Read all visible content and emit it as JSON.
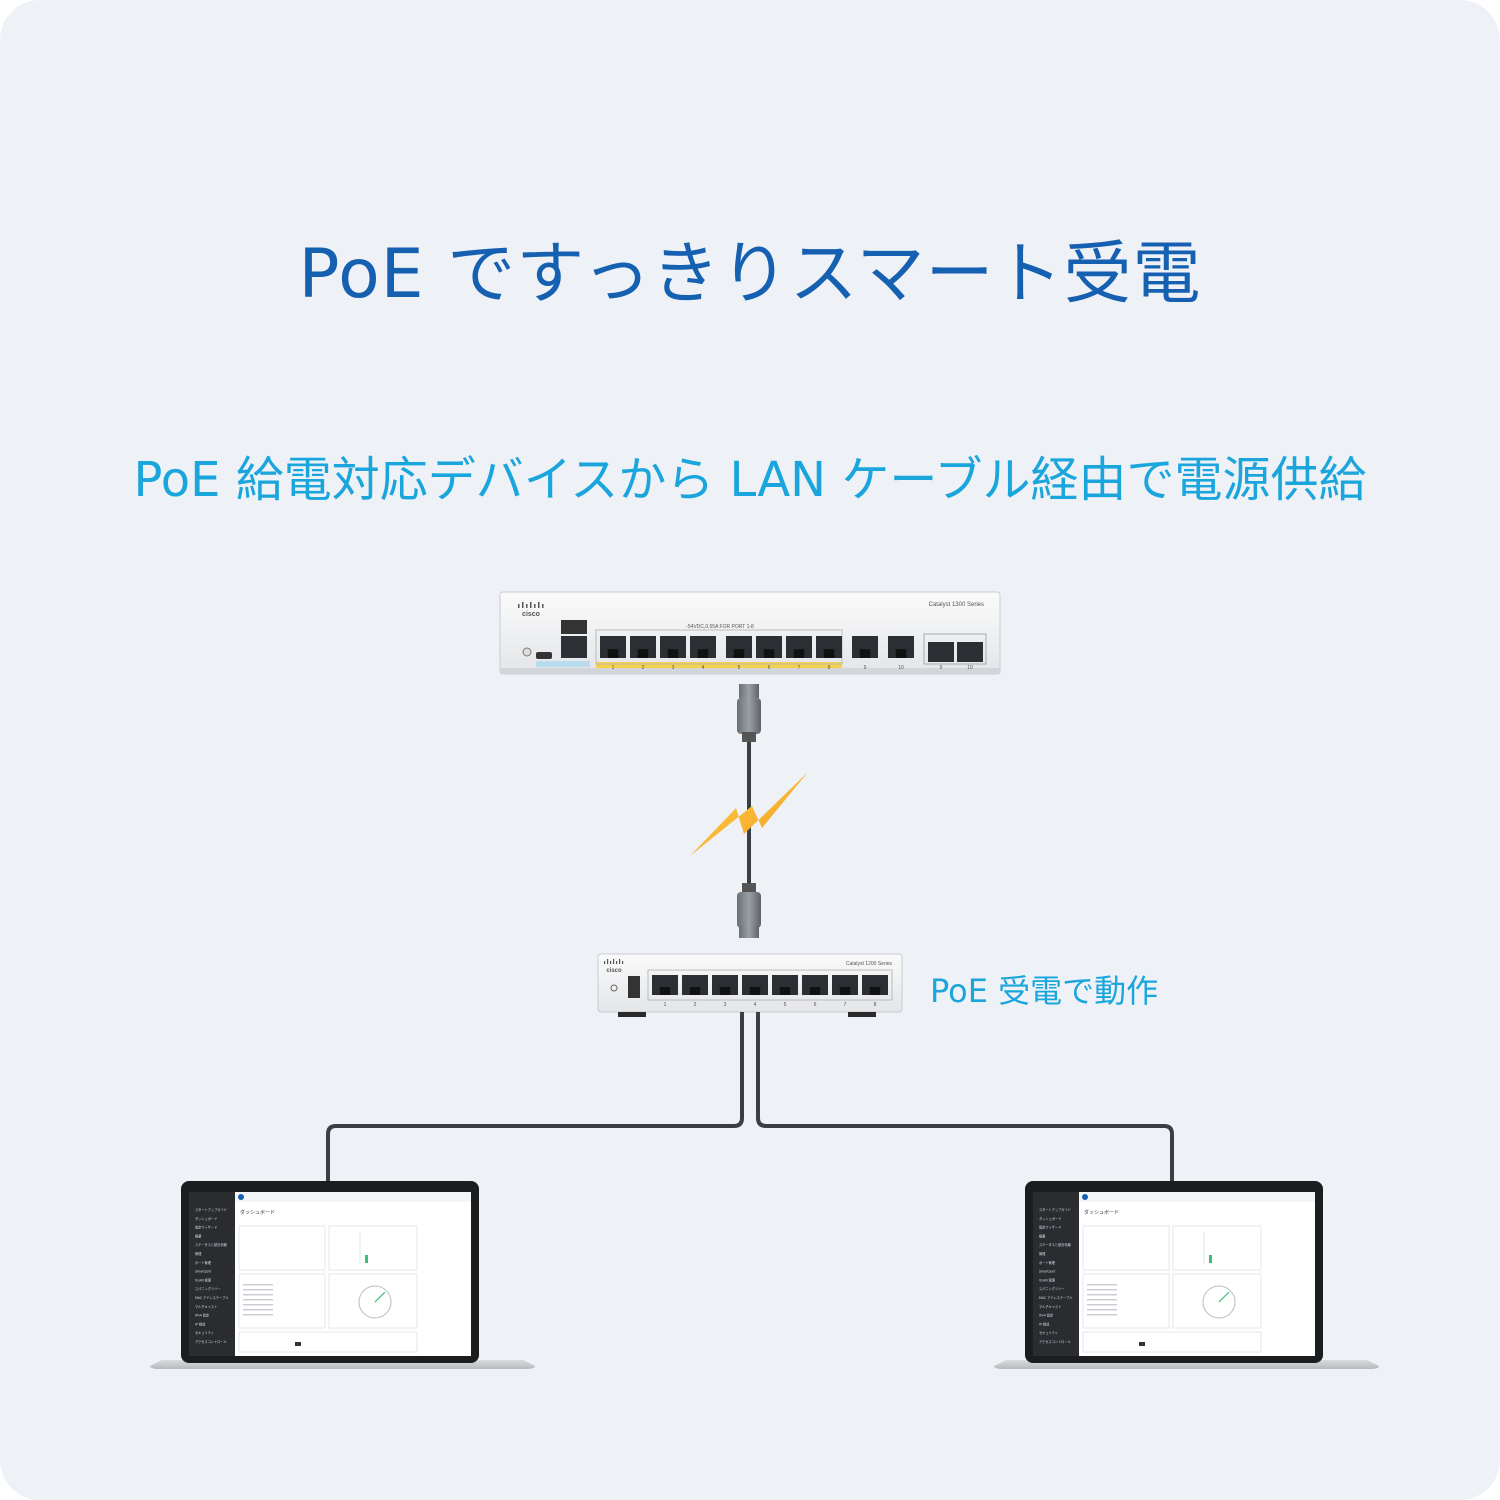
{
  "headline": "PoE ですっきりスマート受電",
  "subline": "PoE 給電対応デバイスから LAN ケーブル経由で電源供給",
  "poe_label": "PoE 受電で動作",
  "large_switch": {
    "brand": "cisco",
    "series": "Catalyst 1300 Series",
    "power_note": "-54VDC,0.55A FOR PORT 1-8",
    "port_labels": [
      "1",
      "2",
      "3",
      "4",
      "5",
      "6",
      "7",
      "8",
      "9",
      "10",
      "9",
      "10"
    ]
  },
  "small_switch": {
    "brand": "cisco",
    "series": "Catalyst 1200 Series",
    "port_labels": [
      "1",
      "2",
      "3",
      "4",
      "5",
      "6",
      "7",
      "8"
    ]
  },
  "laptop_screen": {
    "title": "ダッシュボード",
    "menu": [
      "スタートアップガイド",
      "ダッシュボード",
      "設定ウィザード",
      "概要",
      "ステータスと統計情報",
      "管理",
      "ポート管理",
      "Smartport",
      "VLAN 管理",
      "スパニングツリー",
      "MAC アドレステーブル",
      "マルチキャスト",
      "IPv4 設定",
      "IP 構成",
      "セキュリティ",
      "アクセスコントロール"
    ]
  },
  "colors": {
    "headline": "#1560b0",
    "accent": "#1aa6dc",
    "background": "#eef1f6",
    "poe_yellow": "#f5d24a",
    "bolt": "#f5a623",
    "cable": "#3b3f44"
  }
}
